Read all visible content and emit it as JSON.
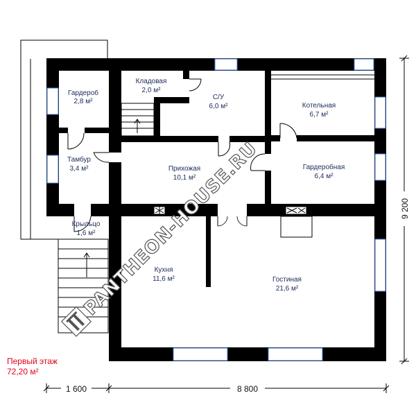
{
  "floor": {
    "title": "Первый этаж",
    "area": "72,20 м²"
  },
  "rooms": [
    {
      "id": "garderob",
      "name": "Гардероб",
      "area": "2,8 м²"
    },
    {
      "id": "kladovaya",
      "name": "Кладовая",
      "area": "2,0 м²"
    },
    {
      "id": "su",
      "name": "С/У",
      "area": "6,0 м²"
    },
    {
      "id": "kotelnaya",
      "name": "Котельная",
      "area": "6,7 м²"
    },
    {
      "id": "tambur",
      "name": "Тамбур",
      "area": "3,4 м²"
    },
    {
      "id": "prihozhaya",
      "name": "Прихожая",
      "area": "10,1 м²"
    },
    {
      "id": "garderobnaya",
      "name": "Гардеробная",
      "area": "6,4 м²"
    },
    {
      "id": "kryltso",
      "name": "Крыльцо",
      "area": "1,6 м²"
    },
    {
      "id": "kuhnya",
      "name": "Кухня",
      "area": "11,6 м²"
    },
    {
      "id": "gostinaya",
      "name": "Гостиная",
      "area": "21,6 м²"
    }
  ],
  "dimensions": {
    "porch_width": "1 600",
    "house_width": "8 800",
    "house_depth": "9 200"
  },
  "watermark": "PANTHEON-HOUSE.RU",
  "colors": {
    "wall": "#000000",
    "window": "#4a7ad0",
    "label": "#1a2a5a",
    "floor_title": "#e0001b"
  }
}
